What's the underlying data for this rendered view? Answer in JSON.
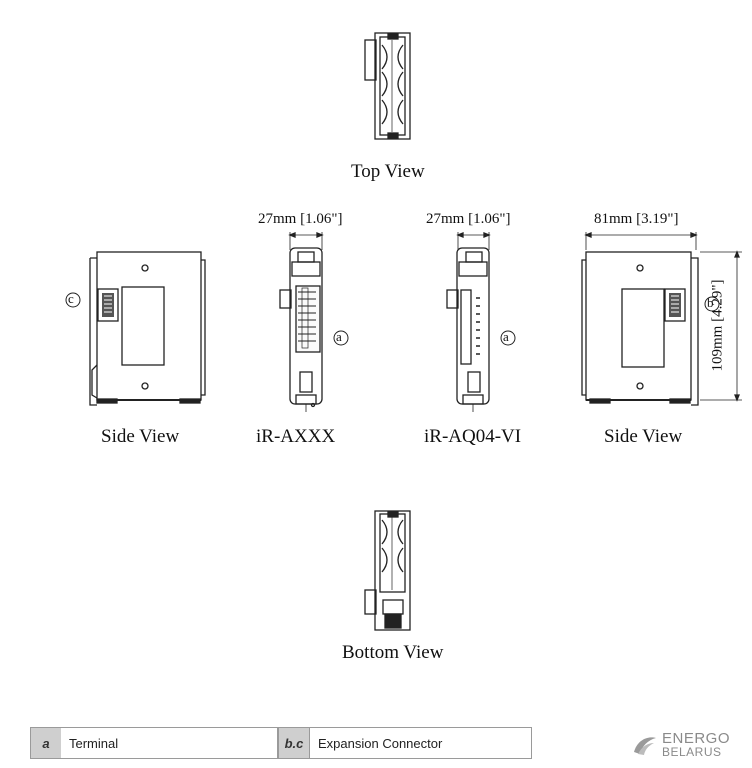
{
  "views": {
    "top": "Top View",
    "side_left": "Side View",
    "module_1": "iR-AXXX",
    "module_2": "iR-AQ04-VI",
    "side_right": "Side View",
    "bottom": "Bottom View"
  },
  "dimensions": {
    "module_1_width": "27mm [1.06\"]",
    "module_2_width": "27mm [1.06\"]",
    "side_width": "81mm [3.19\"]",
    "side_height": "109mm [4.29\"]"
  },
  "callouts": {
    "terminal_1": "a",
    "terminal_2": "a",
    "connector_right": "b",
    "connector_left": "c"
  },
  "legend": [
    {
      "key": "a",
      "value": "Terminal"
    },
    {
      "key": "b.c",
      "value": "Expansion Connector"
    }
  ],
  "logo": {
    "line1": "ENERGO",
    "line2": "BELARUS"
  }
}
